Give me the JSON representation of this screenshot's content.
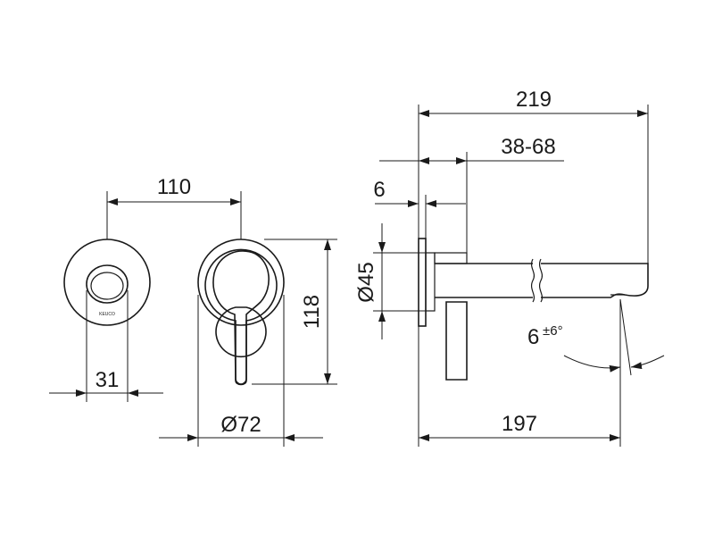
{
  "dimensions": {
    "plate_spacing": "110",
    "button_width": "31",
    "rosette_diameter": "Ø72",
    "rosette_height": "118",
    "total_length": "219",
    "wall_depth_range": "38-68",
    "plate_thickness": "6",
    "mount_diameter": "Ø45",
    "spout_reach": "197",
    "angle_value": "6",
    "angle_tolerance": "±6°"
  },
  "logo_text": "KEUCO"
}
